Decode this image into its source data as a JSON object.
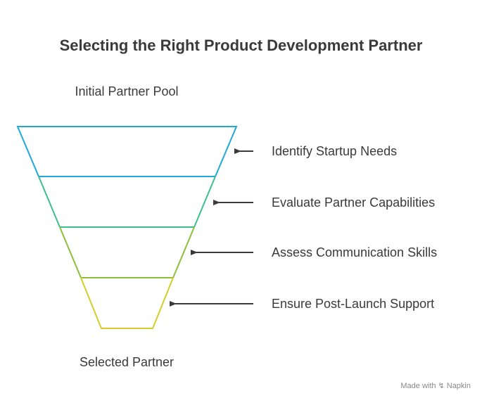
{
  "title": "Selecting the Right Product Development Partner",
  "top_label": "Initial Partner Pool",
  "bottom_label": "Selected Partner",
  "stages": [
    {
      "label": "Identify Startup Needs"
    },
    {
      "label": "Evaluate Partner Capabilities"
    },
    {
      "label": "Assess Communication Skills"
    },
    {
      "label": "Ensure Post-Launch Support"
    }
  ],
  "colors": {
    "stage_1": "#1fa8d8",
    "stage_2": "#3cc08a",
    "stage_3": "#8cbf3a",
    "stage_4": "#d6cc2a",
    "arrow": "#3a3a3a"
  },
  "watermark": {
    "prefix": "Made with",
    "icon": "napkin-logo-icon",
    "brand": "Napkin"
  }
}
